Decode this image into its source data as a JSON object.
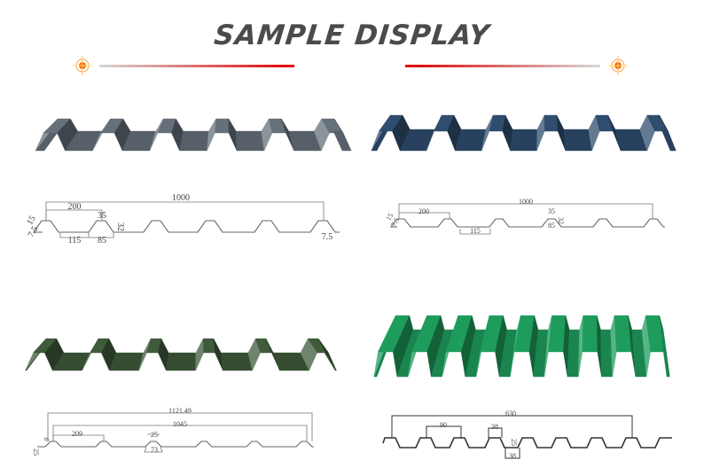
{
  "header": {
    "title": "SAMPLE DISPLAY"
  },
  "colors": {
    "accent": "#e00000",
    "target": "#ff7a00"
  },
  "samples": [
    {
      "name": "grey-trapezoidal-sheet",
      "color": "#66707a",
      "ribs": 6,
      "dims": {
        "total": "1000",
        "pitch": "200",
        "top": "35",
        "height": "32",
        "bottom": "115",
        "slope": "85",
        "edge1": "15",
        "edge2": "7.5",
        "end": "7.5"
      }
    },
    {
      "name": "blue-trapezoidal-sheet",
      "color": "#2f4d6e",
      "ribs": 6,
      "dims": {
        "total": "1000",
        "pitch": "200",
        "top": "35",
        "height": "32",
        "bottom": "115",
        "slope": "85",
        "edge1": "15",
        "edge2": "7.5"
      }
    },
    {
      "name": "dark-green-trapezoidal-sheet",
      "color": "#3f5b3b",
      "ribs": 6,
      "dims": {
        "overall": "1121.49",
        "cover": "1045",
        "pitch": "209",
        "top": "25",
        "base": "73",
        "height": "25",
        "edge": "9"
      }
    },
    {
      "name": "green-deck-sheet",
      "color": "#1e9c5c",
      "ribs": 9,
      "dims": {
        "cover": "630",
        "pitch": "90",
        "top": "38",
        "bottom": "38",
        "height": "25"
      }
    }
  ]
}
